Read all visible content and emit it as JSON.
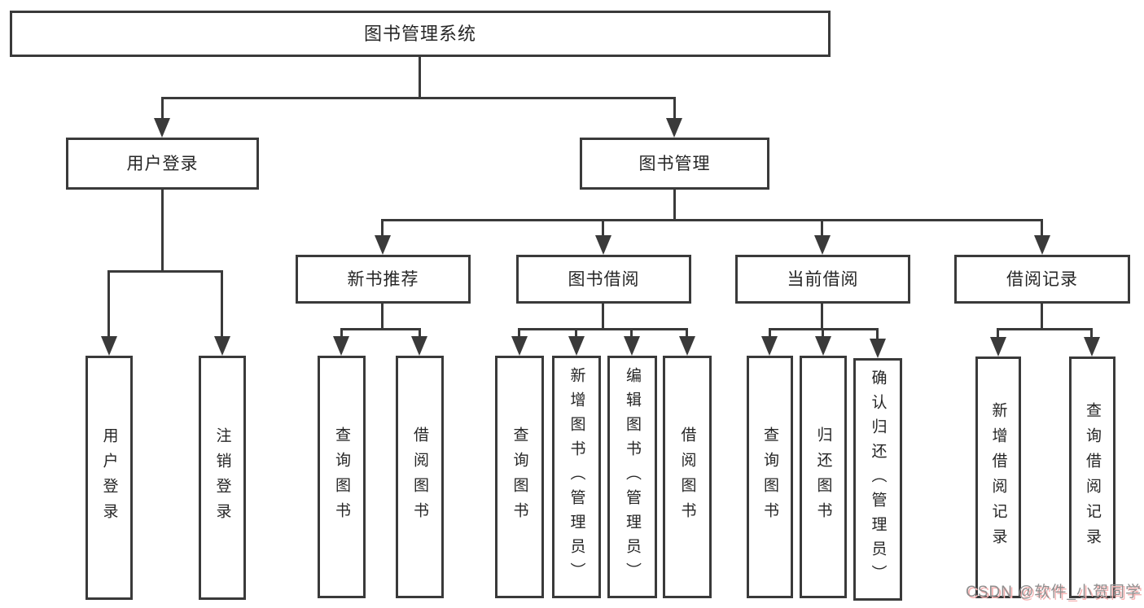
{
  "diagram": {
    "root": {
      "label": "图书管理系统"
    },
    "level1": [
      {
        "label": "用户登录"
      },
      {
        "label": "图书管理"
      }
    ],
    "level2": [
      {
        "label": "新书推荐"
      },
      {
        "label": "图书借阅"
      },
      {
        "label": "当前借阅"
      },
      {
        "label": "借阅记录"
      }
    ],
    "leaves": {
      "user_login": [
        {
          "label": "用户登录"
        },
        {
          "label": "注销登录"
        }
      ],
      "new_book_recommend": [
        {
          "label": "查询图书"
        },
        {
          "label": "借阅图书"
        }
      ],
      "book_borrowing": [
        {
          "label": "查询图书"
        },
        {
          "label": "新增图书（管理员）"
        },
        {
          "label": "编辑图书（管理员）"
        },
        {
          "label": "借阅图书"
        }
      ],
      "current_borrowing": [
        {
          "label": "查询图书"
        },
        {
          "label": "归还图书"
        },
        {
          "label": "确认归还（管理员）"
        }
      ],
      "borrowing_records": [
        {
          "label": "新增借阅记录"
        },
        {
          "label": "查询借阅记录"
        }
      ]
    }
  },
  "watermark": {
    "text": "CSDN @软件_小贺同学"
  },
  "colors": {
    "line": "#3a3a3a",
    "text": "#262626",
    "background": "#ffffff",
    "watermark_text": "#8f8f8f",
    "watermark_shadow": "#f6b2b2"
  }
}
